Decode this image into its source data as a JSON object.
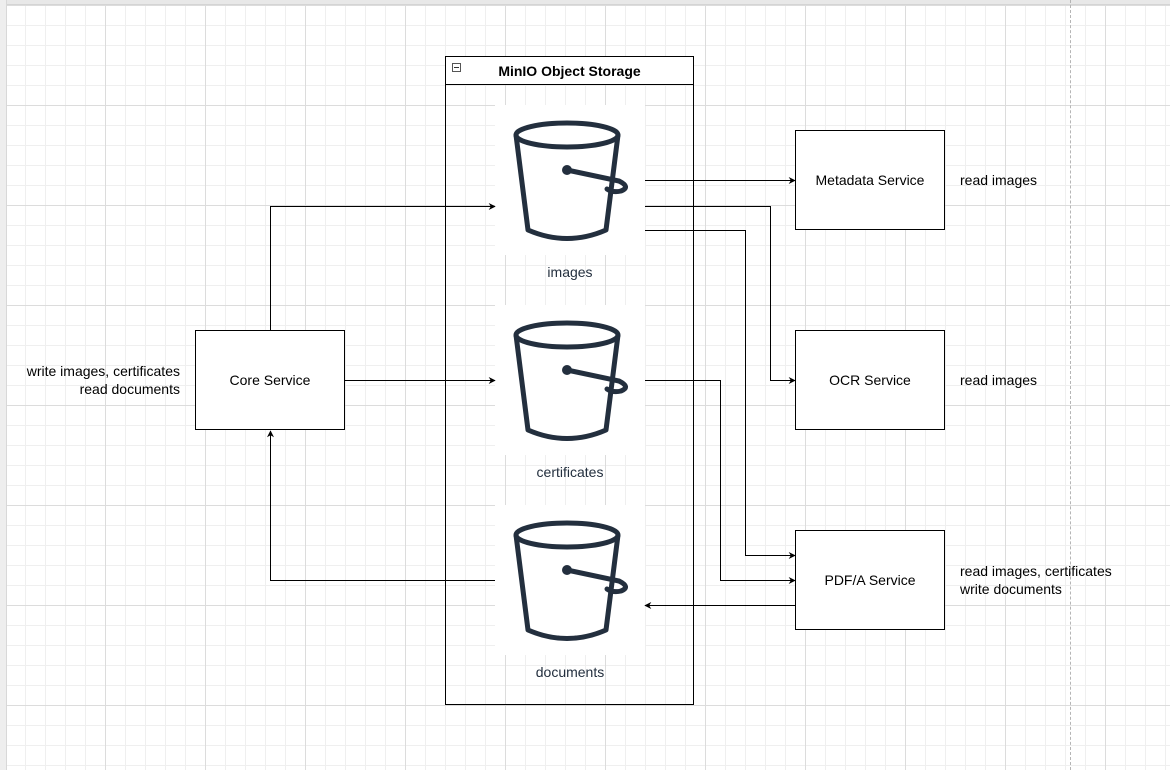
{
  "container": {
    "title": "MinIO Object Storage"
  },
  "buckets": [
    {
      "id": "images",
      "label": "images"
    },
    {
      "id": "certificates",
      "label": "certificates"
    },
    {
      "id": "documents",
      "label": "documents"
    }
  ],
  "services": {
    "core": "Core Service",
    "metadata": "Metadata Service",
    "ocr": "OCR Service",
    "pdfa": "PDF/A Service"
  },
  "notes": {
    "core_line1": "write images, certificates",
    "core_line2": "read documents",
    "metadata": "read images",
    "ocr": "read images",
    "pdfa_line1": "read images, certificates",
    "pdfa_line2": "write documents"
  },
  "colors": {
    "bucket_icon": "#232f3e",
    "line": "#000000"
  }
}
